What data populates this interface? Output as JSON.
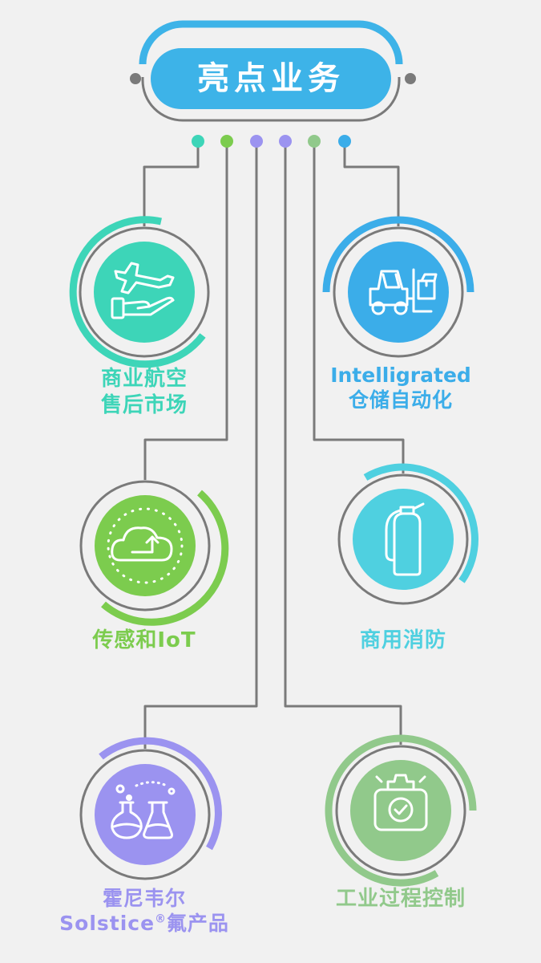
{
  "title": "亮点业务",
  "colors": {
    "background": "#f1f1f1",
    "line": "#7a7a7a",
    "title_blue": "#3db3e8",
    "aviation": "#3dd5b8",
    "iot": "#7ccc4e",
    "solstice": "#9b93f0",
    "intelligrated": "#3bade9",
    "fire": "#4fd0e0",
    "process": "#91c98b"
  },
  "businesses": {
    "aviation": {
      "line1": "商业航空",
      "line2": "售后市场",
      "icon": "plane-hand-icon",
      "color": "#3dd5b8"
    },
    "iot": {
      "line1": "传感和IoT",
      "icon": "cloud-upload-icon",
      "color": "#7ccc4e"
    },
    "solstice": {
      "line1": "霍尼韦尔",
      "line2_main": "Solstice",
      "line2_sup": "®",
      "line2_rest": "氟产品",
      "icon": "chemistry-flask-icon",
      "color": "#9b93f0"
    },
    "intelligrated": {
      "line1": "Intelligrated",
      "line2": "仓储自动化",
      "icon": "forklift-icon",
      "color": "#3bade9"
    },
    "fire": {
      "line1": "商用消防",
      "icon": "fire-extinguisher-icon",
      "color": "#4fd0e0"
    },
    "process": {
      "line1": "工业过程控制",
      "icon": "gear-check-icon",
      "color": "#91c98b"
    }
  }
}
